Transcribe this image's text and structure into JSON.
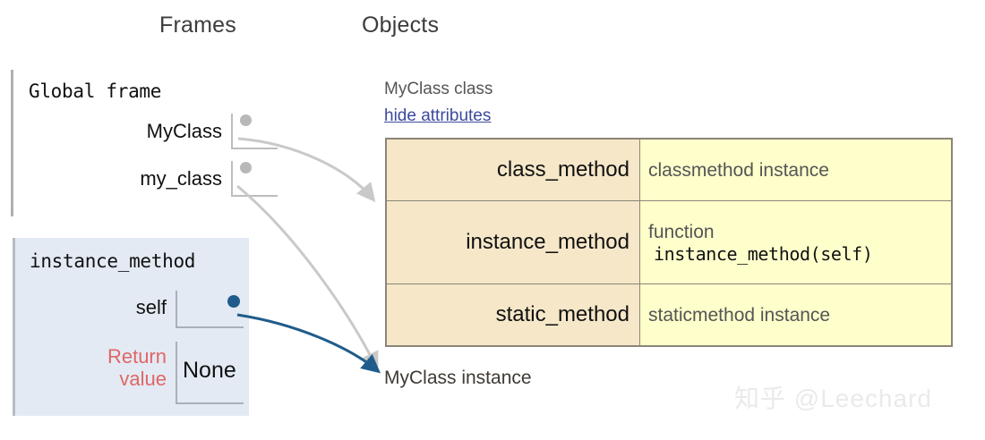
{
  "headings": {
    "frames": "Frames",
    "objects": "Objects"
  },
  "frames": {
    "global": {
      "title": "Global frame",
      "variables": [
        {
          "name": "MyClass",
          "value_kind": "pointer"
        },
        {
          "name": "my_class",
          "value_kind": "pointer"
        }
      ]
    },
    "instance_method": {
      "title": "instance_method",
      "rows": [
        {
          "name": "self",
          "value": "",
          "value_kind": "pointer"
        },
        {
          "name": "Return value",
          "value": "None",
          "value_kind": "literal"
        }
      ],
      "return_label_line1": "Return",
      "return_label_line2": "value",
      "return_value": "None"
    }
  },
  "objects": {
    "class_object": {
      "label": "MyClass class",
      "toggle_link": "hide attributes",
      "attributes": [
        {
          "key": "class_method",
          "value_sans": "classmethod instance",
          "value_mono": ""
        },
        {
          "key": "instance_method",
          "value_sans": "function",
          "value_mono": "instance_method(self)"
        },
        {
          "key": "static_method",
          "value_sans": "staticmethod instance",
          "value_mono": ""
        }
      ]
    },
    "instance_object": {
      "label": "MyClass instance"
    }
  },
  "watermark": "知乎 @Leechard",
  "colors": {
    "attr_key_bg": "#f5e7c8",
    "attr_val_bg": "#ffffcc",
    "table_border": "#8b8578",
    "frame_bg": "#e3eaf4",
    "gray_arrow": "#c9c9c9",
    "blue_arrow": "#1f5c8b",
    "link": "#3b4a9c",
    "return_label": "#e06666"
  }
}
